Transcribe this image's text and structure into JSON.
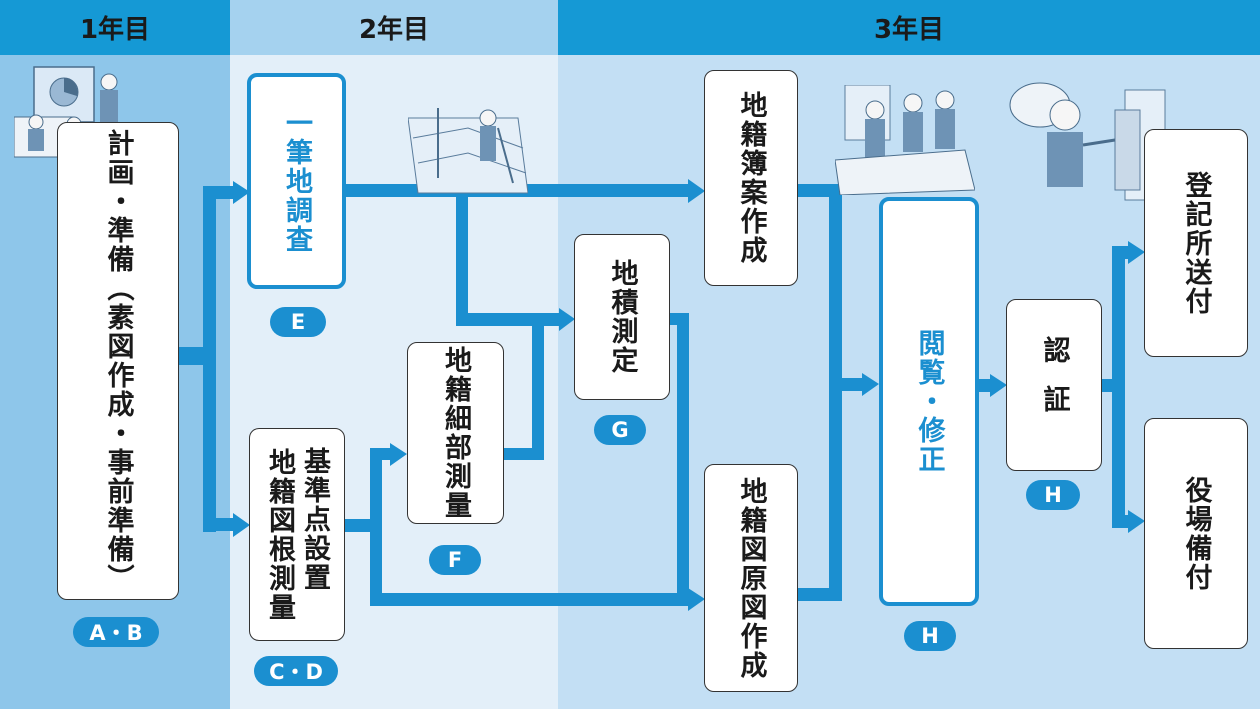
{
  "headers": {
    "year1": "1年目",
    "year2": "2年目",
    "year3": "3年目"
  },
  "boxes": {
    "plan": "計画・準備（素図作成・事前準備）",
    "parcel_survey": "一筆地調査",
    "control_point": "地籍図根測量",
    "control_point2": "基準点設置",
    "detail_survey": "地籍細部測量",
    "area_measure": "地積測定",
    "register_draft": "地籍簿案作成",
    "map_original": "地籍図原図作成",
    "inspection": "閲覧・修正",
    "certification": "認証",
    "send_registry": "登記所送付",
    "office_keep": "役場備付"
  },
  "labels": {
    "ab": "A・B",
    "cd": "C・D",
    "e": "E",
    "f": "F",
    "g": "G",
    "h1": "H",
    "h2": "H"
  },
  "colors": {
    "flow": "#1b8fd0",
    "col1": "#8ec6ea",
    "col2": "#e3eff9",
    "col3": "#c3dff4",
    "hdr_dark": "#1599d5"
  }
}
